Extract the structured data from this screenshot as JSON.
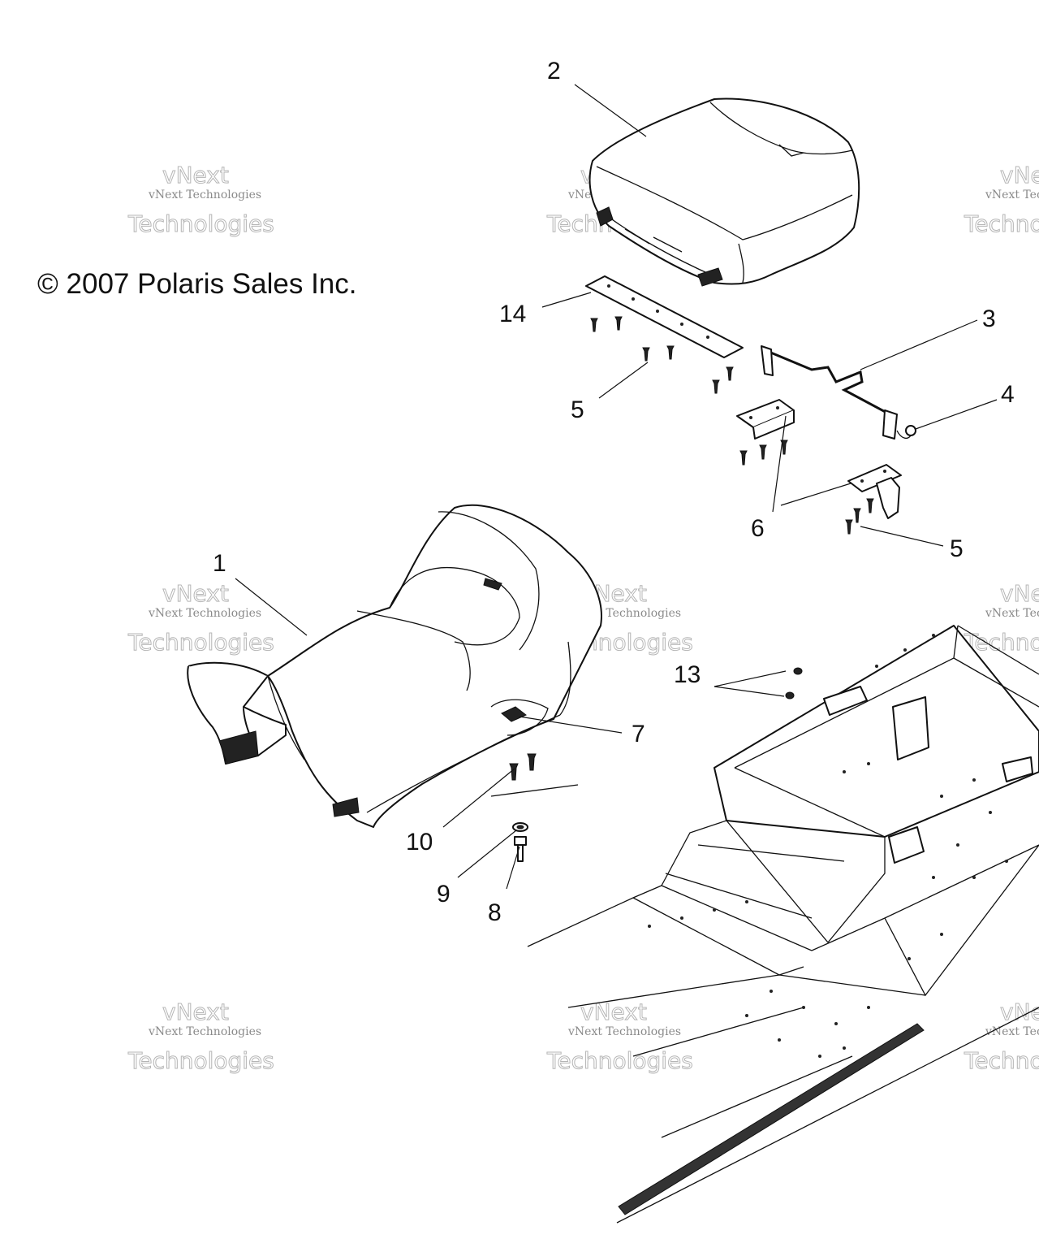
{
  "copyright": "© 2007 Polaris Sales Inc.",
  "watermark": {
    "line1": "vNext",
    "line2": "vNext Technologies",
    "line3": "Technologies"
  },
  "callouts": [
    "1",
    "2",
    "3",
    "4",
    "5",
    "5",
    "6",
    "7",
    "8",
    "9",
    "10",
    "13",
    "14"
  ]
}
